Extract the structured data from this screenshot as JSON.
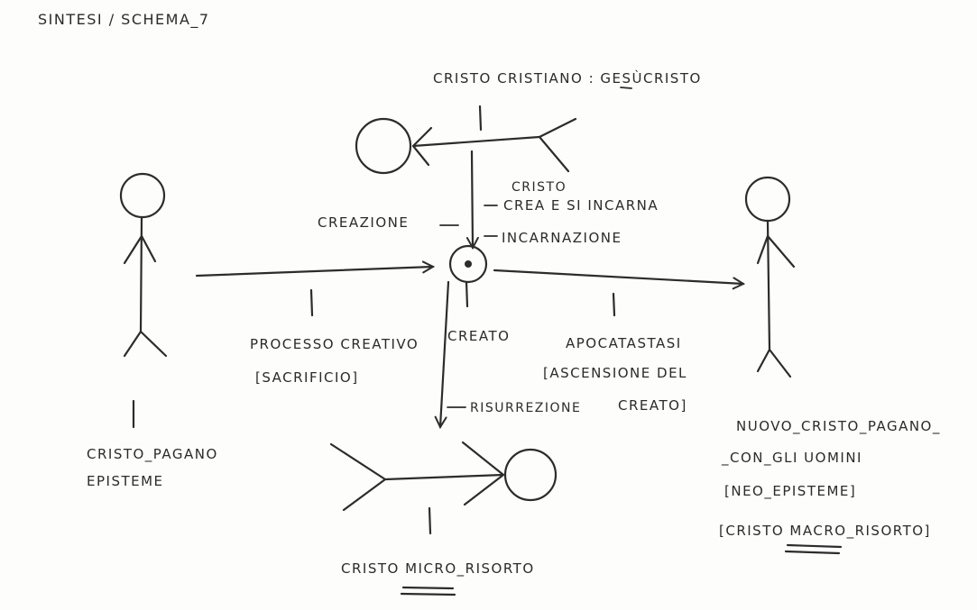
{
  "title": "SINTESI / SCHEMA_7",
  "labels": {
    "top_heading": "CRISTO CRISTIANO : GESÙCRISTO",
    "cristo": "CRISTO",
    "crea_incarna": "CREA E SI INCARNA",
    "creazione": "CREAZIONE",
    "incarnazione": "INCARNAZIONE",
    "processo_creativo": "PROCESSO CREATIVO",
    "sacrificio": "[SACRIFICIO]",
    "creato": "CREATO",
    "apocatastasi": "APOCATASTASI",
    "ascensione_1": "[ASCENSIONE DEL",
    "ascensione_2": "CREATO]",
    "risurrezione": "RISURREZIONE",
    "left_figure_1": "CRISTO_PAGANO",
    "left_figure_2": "EPISTEME",
    "right_figure_1": "NUOVO_CRISTO_PAGANO_",
    "right_figure_2": "_CON_GLI UOMINI",
    "right_figure_3": "[NEO_EPISTEME]",
    "right_figure_4": "[CRISTO MACRO_RISORTO]",
    "bottom_caption": "CRISTO MICRO_RISORTO"
  },
  "colors": {
    "ink": "#2c2c2c",
    "paper": "#fdfdfb"
  }
}
